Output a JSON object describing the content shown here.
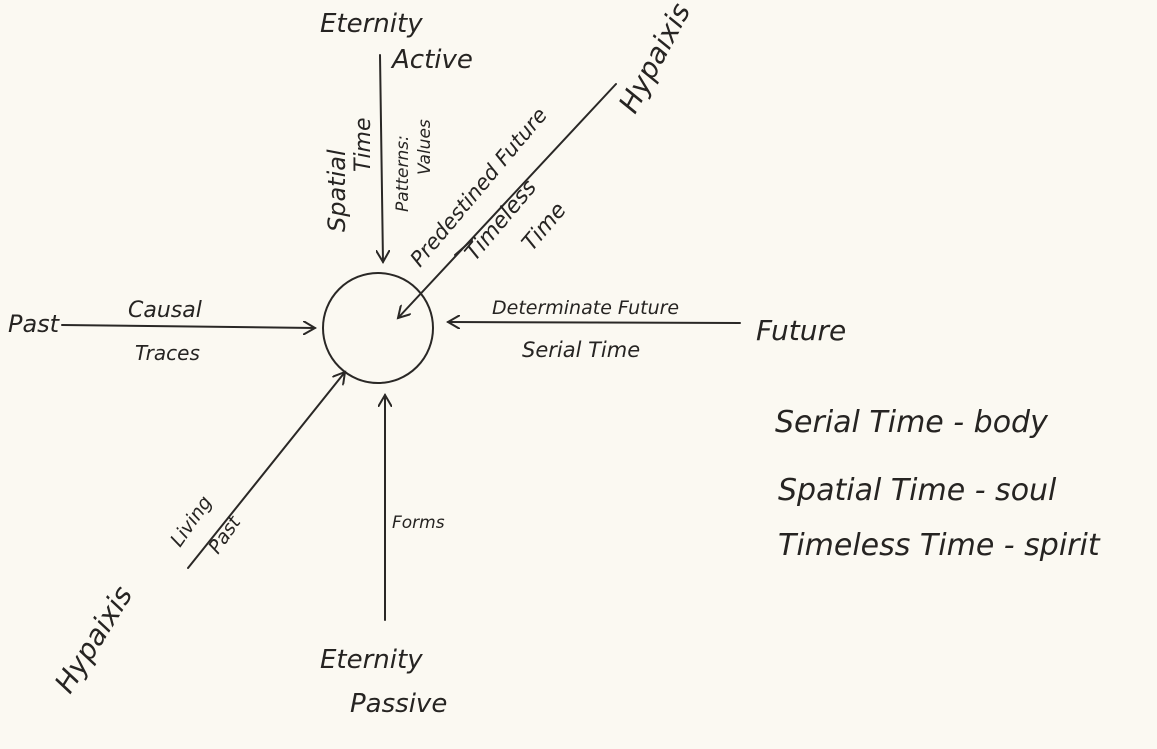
{
  "diagram": {
    "top": {
      "eternity": "Eternity",
      "active": "Active"
    },
    "bottom": {
      "eternity": "Eternity",
      "passive": "Passive"
    },
    "vertical_top_labels": {
      "spatial": "Spatial",
      "time": "Time",
      "patterns": "Patterns:",
      "values": "Values"
    },
    "vertical_bottom_label": "Forms",
    "diagonal_top": {
      "predestined_future": "Predestined Future",
      "timeless": "Timeless",
      "time": "Time",
      "axis": "Hypaixis"
    },
    "diagonal_bottom": {
      "living": "Living",
      "past": "Past",
      "axis": "Hypaixis"
    },
    "left": {
      "past": "Past",
      "causal": "Causal",
      "traces": "Traces"
    },
    "right": {
      "determinate_future": "Determinate Future",
      "serial_time": "Serial Time",
      "future": "Future"
    },
    "legend": [
      "Serial Time - body",
      "Spatial Time - soul",
      "Timeless Time - spirit"
    ]
  },
  "colors": {
    "paper": "#fbf9f2",
    "pencil": "#262422"
  }
}
